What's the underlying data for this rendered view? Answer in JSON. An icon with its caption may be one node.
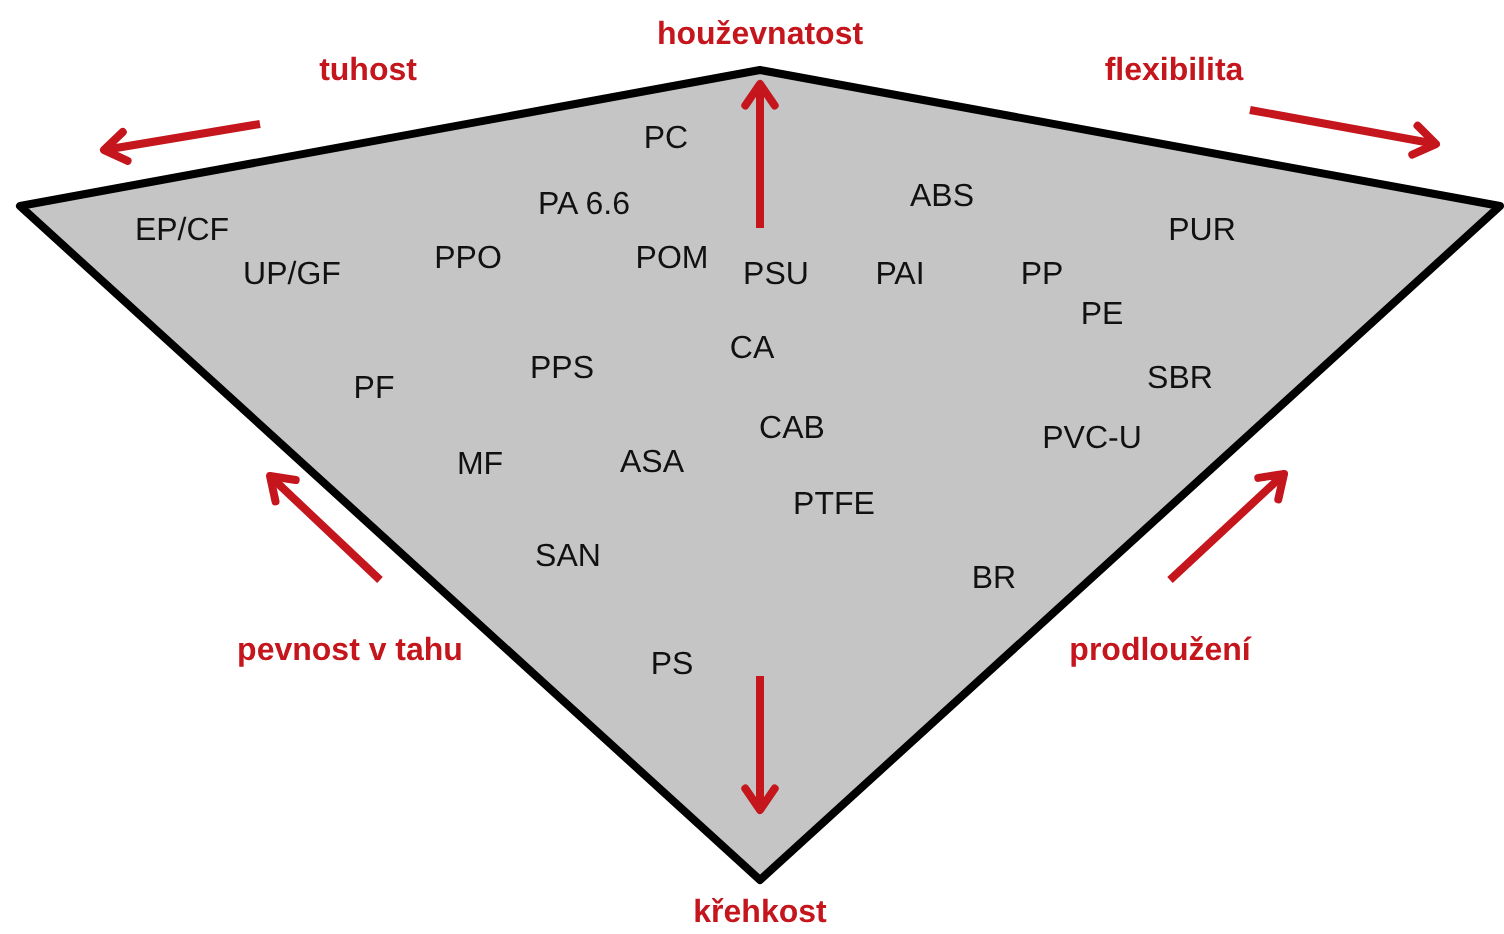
{
  "diagram": {
    "nodes": [
      {
        "text": [
          "PC",
          "PA 6.6",
          "ABS",
          "EP/CF",
          "PUR",
          "PPO",
          "POM",
          "UP/GF",
          "PSU",
          "PAI",
          "PP",
          "PE",
          "CA",
          "PPS",
          "SBR",
          "PF",
          "CAB",
          "PVC-U",
          "ASA",
          "MF",
          "PTFE",
          "SAN",
          "BR",
          "PS"
        ]
      }
    ],
    "labels": [
      "houževnatost",
      "tuhost",
      "flexibilita",
      "pevnost v tahu",
      "prodloužení",
      "křehkost"
    ]
  }
}
